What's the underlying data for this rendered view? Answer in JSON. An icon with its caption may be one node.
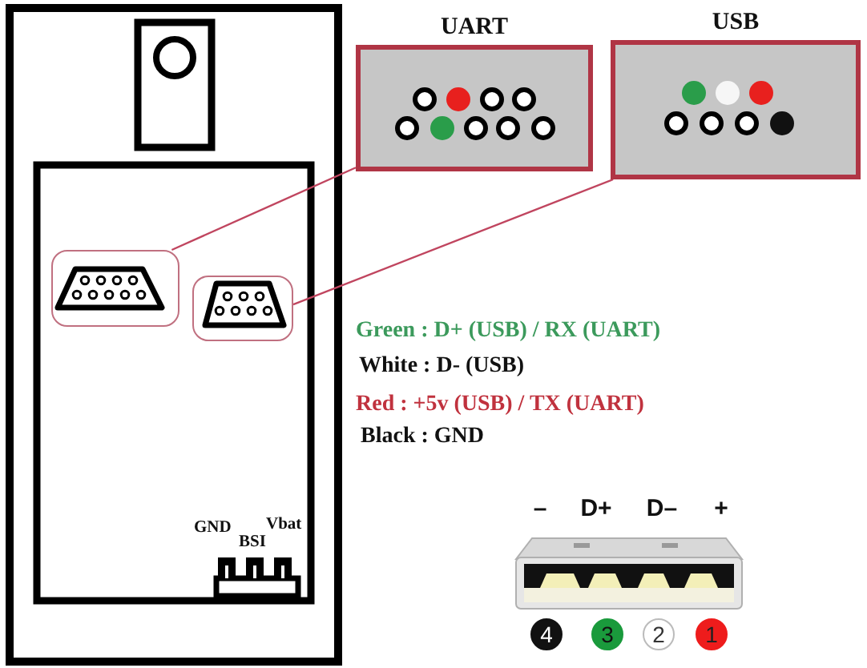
{
  "diagram": {
    "nodes": [
      {
        "text": [
          "UART"
        ]
      },
      {
        "text": [
          "USB"
        ]
      },
      {
        "text": [],
        "shape": "box"
      },
      {
        "text": [],
        "shape": "box"
      },
      {
        "text": [
          "4"
        ]
      },
      {
        "text": [
          "3"
        ]
      },
      {
        "text": [
          "2"
        ]
      },
      {
        "text": [
          "1"
        ]
      }
    ],
    "edges": [
      {
        "from": 2,
        "to": 0,
        "arrow": "none"
      },
      {
        "from": 3,
        "to": 1,
        "arrow": "none"
      }
    ],
    "labels": [
      "Green : D+ (USB) / RX (UART)",
      "White : D- (USB)",
      "Red : +5v (USB) / TX (UART)",
      "Black : GND",
      "GND",
      "BSI",
      "Vbat",
      "–",
      "D+",
      "D–",
      "+"
    ]
  }
}
